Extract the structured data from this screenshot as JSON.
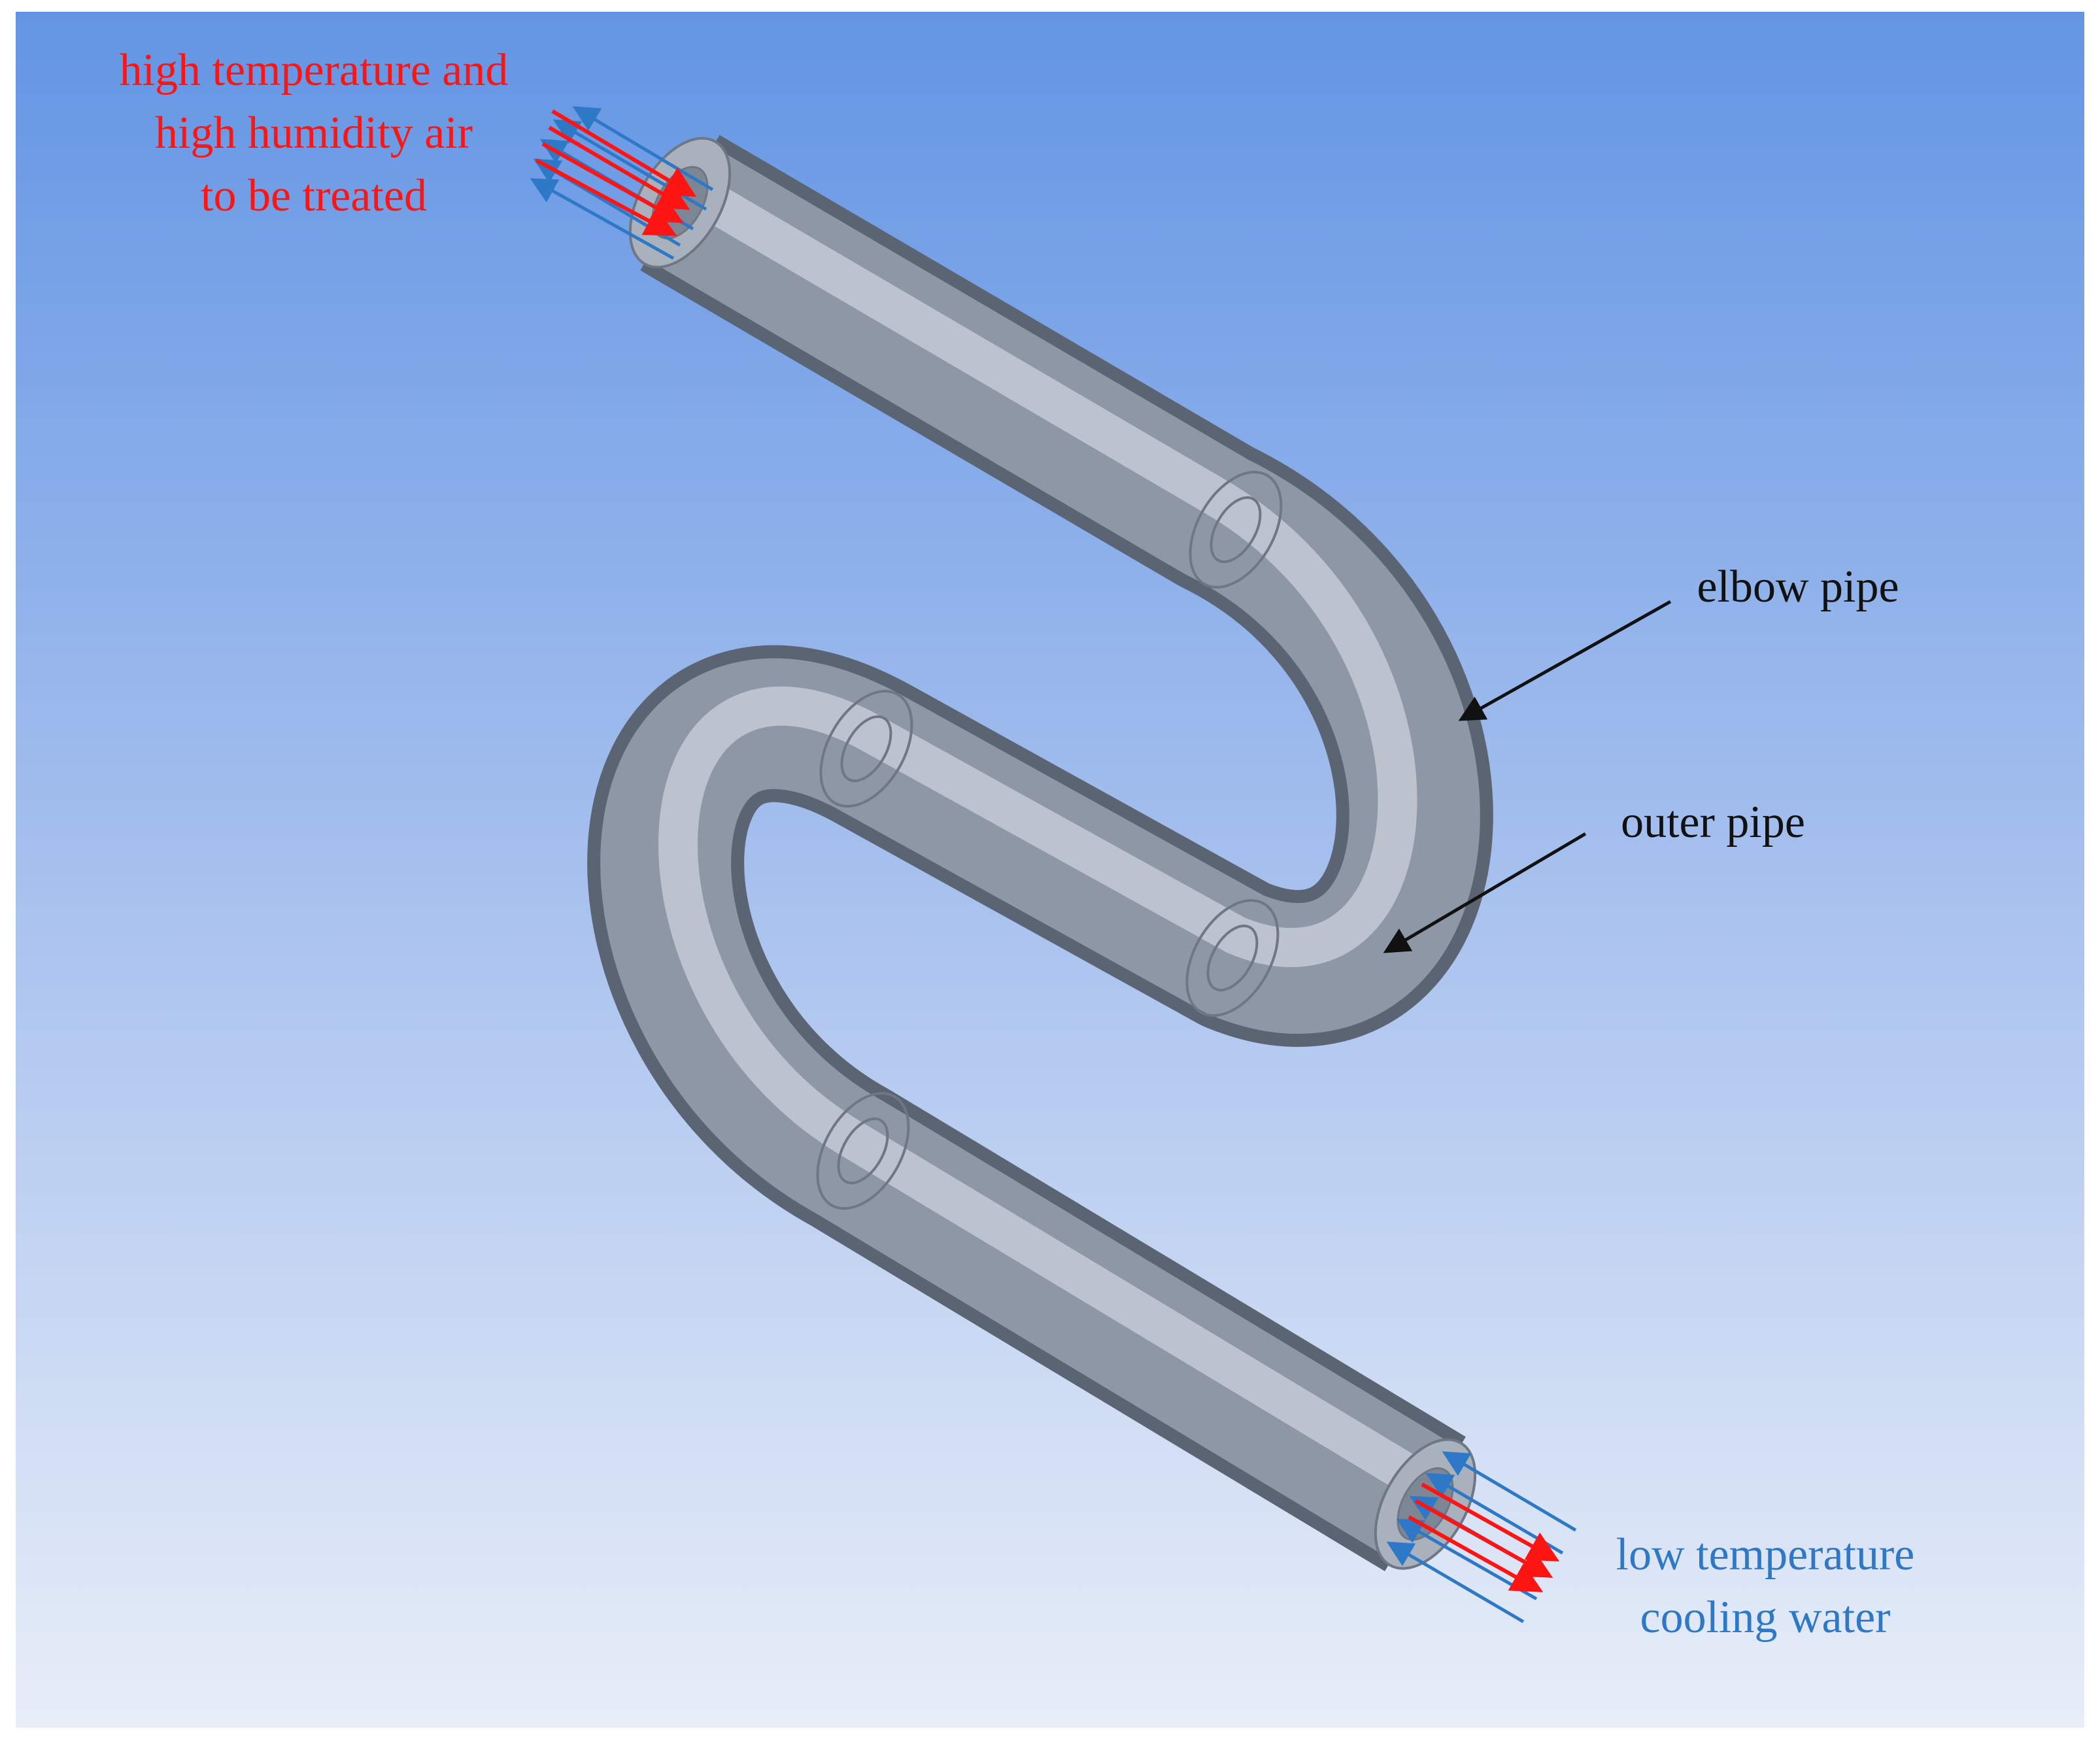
{
  "labels": {
    "inlet_air": [
      "high temperature and",
      "high humidity air",
      "to be treated"
    ],
    "elbow_pipe": "elbow pipe",
    "outer_pipe": "outer pipe",
    "inlet_water": [
      "low temperature",
      "cooling water"
    ]
  },
  "colors": {
    "background_top": "#6395e4",
    "background_bottom": "#e8eef8",
    "pipe_body": "#8e97a6",
    "pipe_shadow": "#5b6473",
    "pipe_highlight": "#c8ced8",
    "air_arrows": "#ff1414",
    "water_arrows": "#2e78c8",
    "callout_arrows": "#111111",
    "air_label": "#ff1414",
    "water_label": "#2e78c8"
  }
}
